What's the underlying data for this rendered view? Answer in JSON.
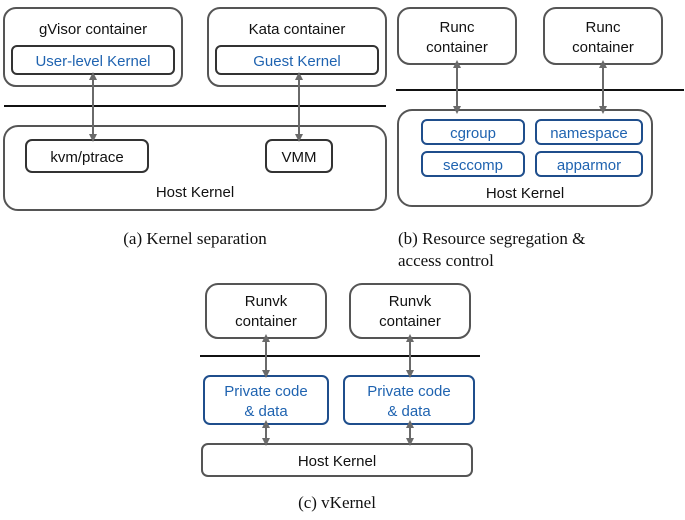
{
  "panel_a": {
    "gvisor_title": "gVisor container",
    "gvisor_kernel": "User-level Kernel",
    "kata_title": "Kata container",
    "kata_kernel": "Guest Kernel",
    "kvm": "kvm/ptrace",
    "vmm": "VMM",
    "host": "Host Kernel",
    "caption": "(a)  Kernel separation"
  },
  "panel_b": {
    "runc_left_1": "Runc",
    "runc_left_2": "container",
    "runc_right_1": "Runc",
    "runc_right_2": "container",
    "cgroup": "cgroup",
    "namespace": "namespace",
    "seccomp": "seccomp",
    "apparmor": "apparmor",
    "host": "Host Kernel",
    "caption_1": "(b)  Resource segregation &",
    "caption_2": "access control"
  },
  "panel_c": {
    "runvk_left_1": "Runvk",
    "runvk_left_2": "container",
    "runvk_right_1": "Runvk",
    "runvk_right_2": "container",
    "private_left_1": "Private code",
    "private_left_2": "& data",
    "private_right_1": "Private code",
    "private_right_2": "& data",
    "host": "Host Kernel",
    "caption": "(c)  vKernel"
  },
  "colors": {
    "accent_blue": "#1f63b0",
    "box_border": "#555555"
  }
}
